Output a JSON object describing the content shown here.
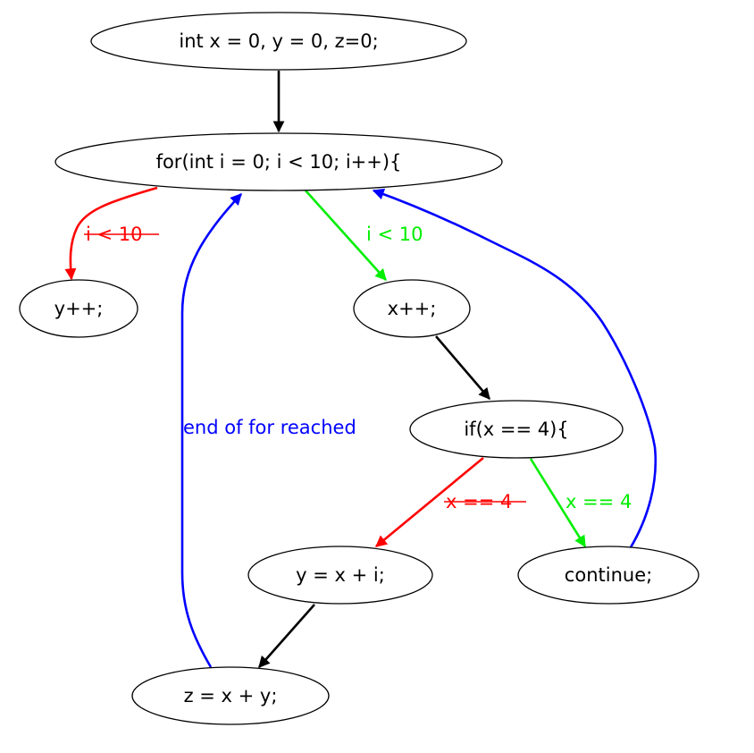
{
  "colors": {
    "black": "#000000",
    "red": "#ff0000",
    "green": "#00ee00",
    "blue": "#0000ff"
  },
  "nodes": {
    "init": "int x = 0, y = 0, z=0;",
    "for_loop": "for(int i = 0; i < 10; i++){",
    "y_inc": "y++;",
    "x_inc": "x++;",
    "if_cond": "if(x == 4){",
    "y_assign": "y = x + i;",
    "continue_stmt": "continue;",
    "z_assign": "z = x + y;"
  },
  "edges": {
    "loop_false": {
      "label": "i < 10",
      "color": "red",
      "struck_through": true
    },
    "loop_true": {
      "label": "i < 10",
      "color": "green"
    },
    "end_of_for": {
      "label": "end of for reached",
      "color": "blue"
    },
    "if_false": {
      "label": "x == 4",
      "color": "red",
      "struck_through": true
    },
    "if_true": {
      "label": "x == 4",
      "color": "green"
    },
    "continue_back": {
      "label": "",
      "color": "blue"
    }
  }
}
